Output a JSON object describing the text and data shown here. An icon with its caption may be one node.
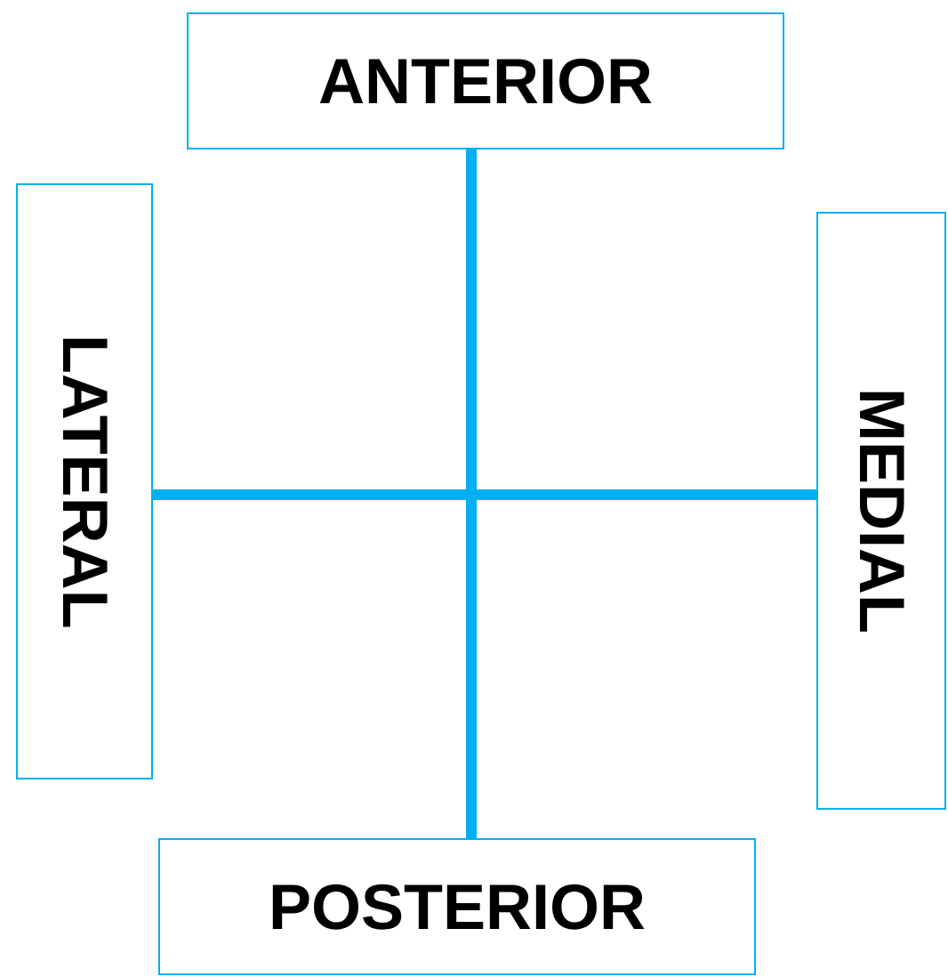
{
  "diagram": {
    "nodes": [
      {
        "text": [
          "ANTERIOR"
        ]
      },
      {
        "text": [
          "LATERAL"
        ]
      },
      {
        "text": [
          "MEDIAL"
        ]
      },
      {
        "text": [
          "POSTERIOR"
        ]
      }
    ],
    "edges": [
      {
        "from": 0,
        "to": 3,
        "arrow": "none"
      },
      {
        "from": 1,
        "to": 2,
        "arrow": "none"
      }
    ]
  }
}
